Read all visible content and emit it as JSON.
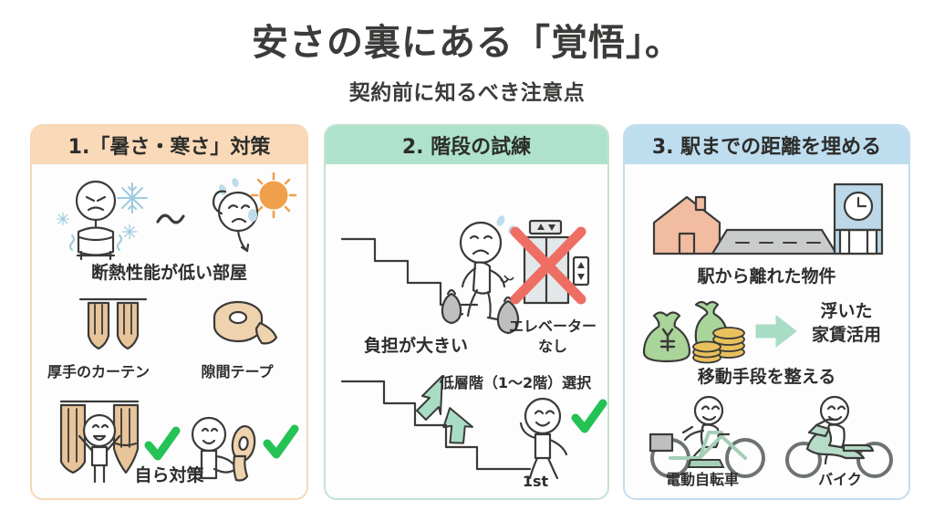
{
  "header": {
    "title": "安さの裏にある「覚悟」。",
    "subtitle": "契約前に知るべき注意点"
  },
  "colors": {
    "panel1_header": "#FAD9B8",
    "panel1_border": "#F6D7B8",
    "panel2_header": "#AEE2CC",
    "panel2_border": "#C3E3D1",
    "panel3_header": "#BEDEEF",
    "panel3_border": "#C3DCED",
    "check_green": "#25C255",
    "cross_red": "#EE6E64",
    "text": "#2D2D2B",
    "snow_blue": "#9ECBE0",
    "sun_orange": "#F0A04B",
    "curtain_tan": "#E8C49A",
    "tape_tan": "#EFD2AE",
    "house_salmon": "#F2BCA0",
    "station_blue": "#BBD7E8",
    "money_green": "#A9D49A",
    "coin_gold": "#E8C15C",
    "mint_arrow": "#A9DCC4",
    "bag_gray": "#BFC3C2",
    "road_gray": "#C9CCCB",
    "vehicle_mint": "#B6DCC8"
  },
  "panels": [
    {
      "id": "panel-1",
      "number": "1.",
      "header": "1.「暑さ・寒さ」対策",
      "captions": {
        "problem": "断熱性能が低い部屋",
        "item_left": "厚手のカーテン",
        "item_right": "隙間テープ",
        "solution": "自ら対策"
      },
      "icons": [
        "shivering-person-icon",
        "snowflake-icon",
        "tilde-icon",
        "sweating-person-icon",
        "sun-icon",
        "curtain-icon",
        "tape-roll-icon",
        "person-with-curtain-icon",
        "person-with-tape-icon",
        "check-icon"
      ]
    },
    {
      "id": "panel-2",
      "number": "2.",
      "header": "2. 階段の試練",
      "captions": {
        "elevator": "エレベーター\nなし",
        "elevator_line1": "エレベーター",
        "elevator_line2": "なし",
        "burden": "負担が大きい",
        "solution": "低層階（1〜2階）選択",
        "floor": "1st"
      },
      "icons": [
        "stairs-icon",
        "person-carrying-bags-icon",
        "shopping-bag-icon",
        "elevator-icon",
        "red-cross-icon",
        "arrow-down-left-icon",
        "happy-person-icon",
        "check-icon"
      ]
    },
    {
      "id": "panel-3",
      "number": "3.",
      "header": "3. 駅までの距離を埋める",
      "captions": {
        "problem": "駅から離れた物件",
        "benefit_line1": "浮いた",
        "benefit_line2": "家賃活用",
        "solution": "移動手段を整える",
        "item_left": "電動自転車",
        "item_right": "バイク"
      },
      "icons": [
        "house-icon",
        "road-icon",
        "station-clock-icon",
        "money-bag-icon",
        "coin-stack-icon",
        "right-arrow-icon",
        "electric-bicycle-icon",
        "scooter-icon"
      ]
    }
  ]
}
